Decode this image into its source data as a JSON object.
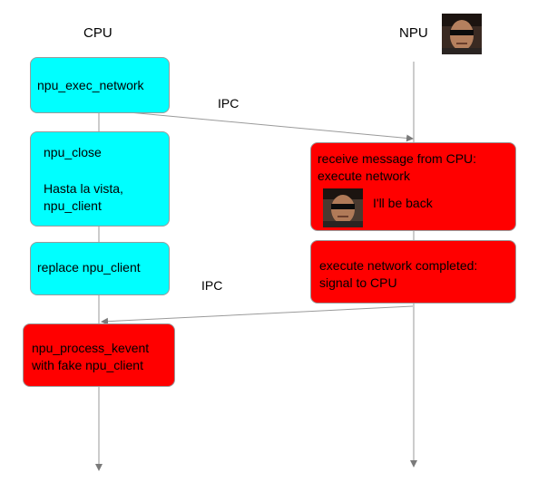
{
  "lanes": {
    "cpu_label": "CPU",
    "npu_label": "NPU"
  },
  "cpu_boxes": {
    "exec": "npu_exec_network",
    "close_line1": "npu_close",
    "close_line2": "Hasta la vista,",
    "close_line3": "npu_client",
    "replace": "replace npu_client",
    "process_line1": "npu_process_kevent",
    "process_line2": "with fake npu_client"
  },
  "npu_boxes": {
    "receive_line1": "receive message from CPU:",
    "receive_line2": "execute network",
    "quote": "I'll be back",
    "complete_line1": "execute network completed:",
    "complete_line2": "signal to CPU"
  },
  "messages": {
    "ipc_top": "IPC",
    "ipc_bottom": "IPC"
  },
  "icons": {
    "npu_avatar": "terminator-portrait-icon",
    "quote_avatar": "terminator-portrait-icon"
  },
  "colors": {
    "cpu_box": "#00ffff",
    "npu_box": "#ff0000",
    "line": "#9a9a9a"
  }
}
